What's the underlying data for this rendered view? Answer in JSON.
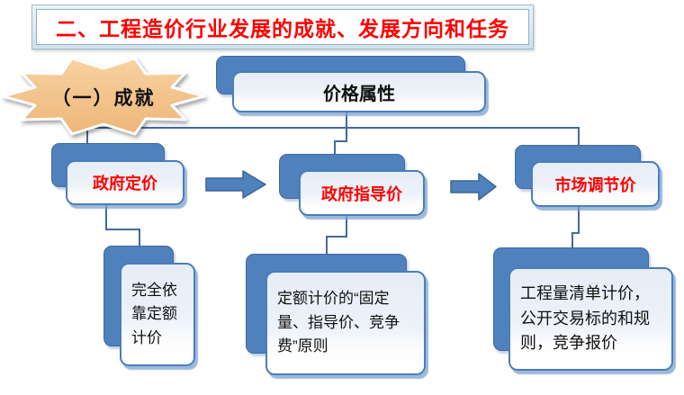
{
  "slide": {
    "title": "二、工程造价行业发展的成就、发展方向和任务",
    "badge": "（一）成就"
  },
  "diagram": {
    "root_label": "价格属性",
    "stages": [
      {
        "label": "政府定价",
        "detail": "完全依靠定额计价"
      },
      {
        "label": "政府指导价",
        "detail": "定额计价的“固定量、指导价、竞争费”原则"
      },
      {
        "label": "市场调节价",
        "detail": "工程量清单计价，公开交易标的和规则，竞争报价"
      }
    ],
    "arrow_icon": "right-arrow"
  },
  "colors": {
    "accent_blue": "#4F81BD",
    "connector_blue": "#44699D",
    "box_border_blue": "#4A7EBB",
    "title_red": "#FF0000",
    "badge_orange": "#F2C08A"
  }
}
